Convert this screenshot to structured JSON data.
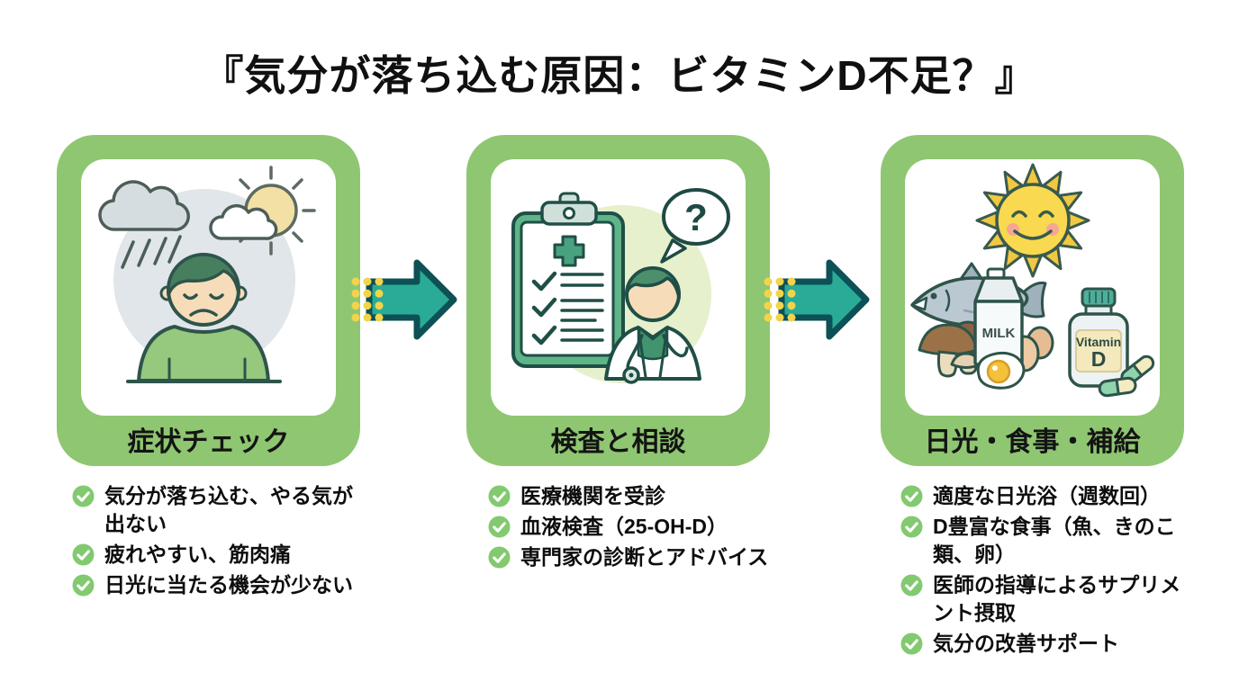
{
  "title": "『気分が落ち込む原因：ビタミンD不足？』",
  "cards": [
    {
      "label": "症状チェック",
      "illustration": "sad-person-with-rain-cloud-and-sun",
      "bullets": [
        "気分が落ち込む、やる気が出ない",
        "疲れやすい、筋肉痛",
        "日光に当たる機会が少ない"
      ]
    },
    {
      "label": "検査と相談",
      "illustration": "doctor-with-medical-checklist-and-question-bubble",
      "bubble_text": "?",
      "bullets": [
        "医療機関を受診",
        "血液検査（25-OH-D）",
        "専門家の診断とアドバイス"
      ]
    },
    {
      "label": "日光・食事・補給",
      "illustration": "sun-fish-milk-mushrooms-egg-vitamin-d-supplements",
      "milk_text": "MILK",
      "bottle_text_line1": "Vitamin",
      "bottle_text_line2": "D",
      "bullets": [
        "適度な日光浴（週数回）",
        "D豊富な食事（魚、きのこ類、卵）",
        "医師の指導によるサプリメント摂取",
        "気分の改善サポート"
      ]
    }
  ],
  "icons": {
    "bullet": "check-circle",
    "connector": "arrow-right-with-dots"
  },
  "colors": {
    "card_green": "#8fc671",
    "check_green": "#82c96f",
    "arrow_teal": "#29ab97",
    "arrow_outline": "#0d5055",
    "dot_yellow": "#f2d44c",
    "background": "#ffffff",
    "text": "#101010"
  }
}
